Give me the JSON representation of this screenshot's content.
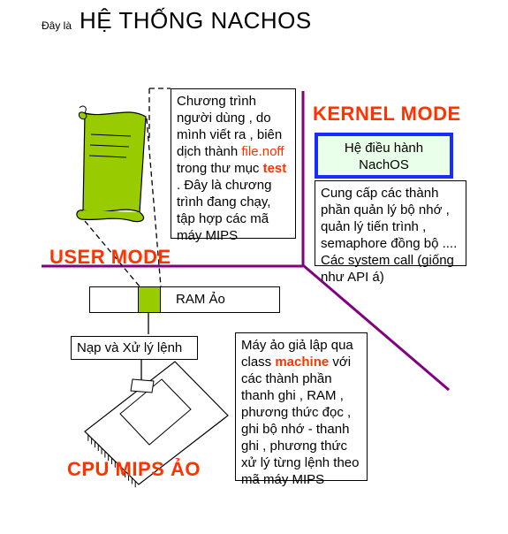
{
  "title": {
    "prefix": "Đây là",
    "main": "HỆ THỐNG NACHOS"
  },
  "modes": {
    "kernel": "KERNEL MODE",
    "user": "USER MODE"
  },
  "nachos_box": {
    "line1": "Hệ điều hành",
    "line2": "NachOS"
  },
  "program_note": {
    "part1": "Chương trình người dùng , do mình viết ra , biên dịch thành ",
    "file": "file.noff",
    "part2": " trong thư mục ",
    "folder": "test",
    "part3": " . Đây là chương trình đang chạy, tập hợp các mã máy MIPS"
  },
  "kernel_note": "Cung cấp các thành phần quản lý bộ nhớ , quản lý tiến trình , semaphore đồng bộ .... Các system call (giống như API á)",
  "ram": {
    "label": "RAM Ảo"
  },
  "fetch": {
    "label": "Nạp và Xử lý lệnh"
  },
  "machine_note": {
    "part1": "Máy ảo giả lập qua class ",
    "keyword": "machine",
    "part2": " với các thành phần thanh ghi , RAM , phương thức đọc , ghi bộ nhớ - thanh ghi , phương thức xử lý từng lệnh theo mã máy MIPS"
  },
  "cpu": {
    "label": "CPU MIPS ẢO"
  },
  "colors": {
    "accent_red": "#ff3300",
    "boundary_purple": "#800080",
    "nachos_border": "#1a2bff",
    "scroll_green": "#99cc00"
  }
}
